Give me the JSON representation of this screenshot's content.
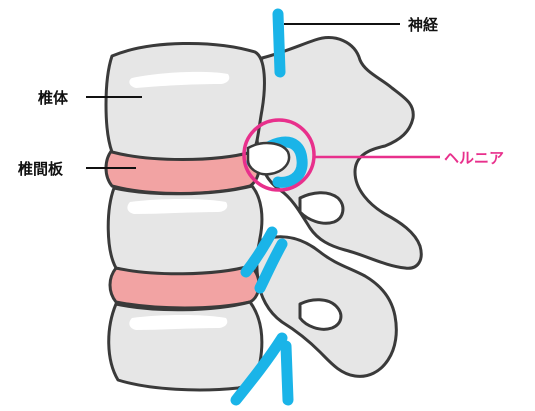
{
  "labels": {
    "nerve": "神経",
    "vertebral_body": "椎体",
    "disc": "椎間板",
    "hernia": "ヘルニア"
  },
  "colors": {
    "bone_fill": "#e6e6e6",
    "outline": "#3a3a3a",
    "disc": "#f2a3a3",
    "nerve": "#1ab4e8",
    "hernia_accent": "#e8308c",
    "label": "#111111"
  }
}
